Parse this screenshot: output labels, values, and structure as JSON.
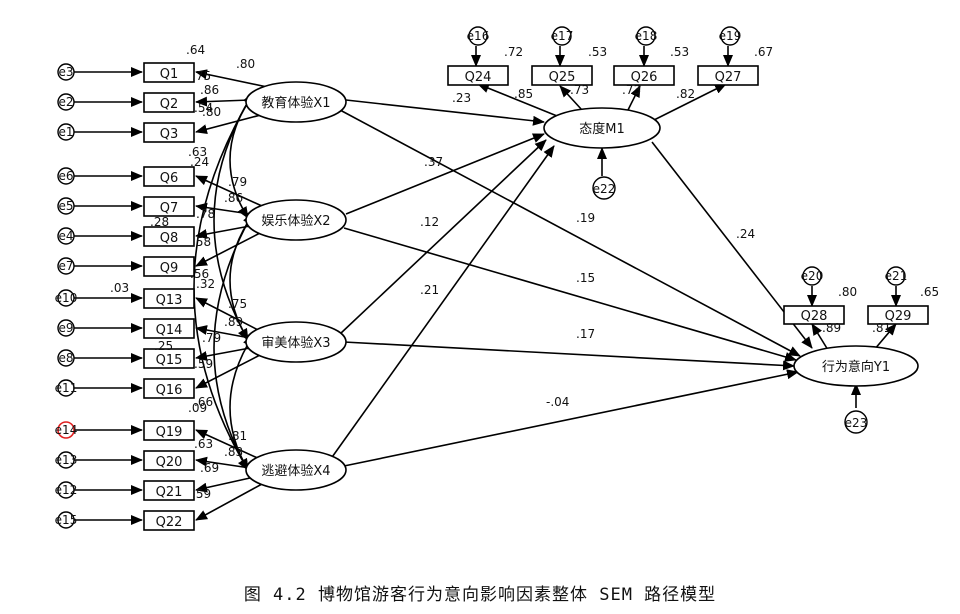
{
  "latent_vars": {
    "X1": "教育体验X1",
    "X2": "娱乐体验X2",
    "X3": "审美体验X3",
    "X4": "逃避体验X4",
    "M1": "态度M1",
    "Y1": "行为意向Y1"
  },
  "indicators": {
    "Q1": "Q1",
    "Q2": "Q2",
    "Q3": "Q3",
    "Q6": "Q6",
    "Q7": "Q7",
    "Q8": "Q8",
    "Q9": "Q9",
    "Q13": "Q13",
    "Q14": "Q14",
    "Q15": "Q15",
    "Q16": "Q16",
    "Q19": "Q19",
    "Q20": "Q20",
    "Q21": "Q21",
    "Q22": "Q22",
    "Q24": "Q24",
    "Q25": "Q25",
    "Q26": "Q26",
    "Q27": "Q27",
    "Q28": "Q28",
    "Q29": "Q29"
  },
  "errors": {
    "e3": "e3",
    "e2": "e2",
    "e1": "e1",
    "e6": "e6",
    "e5": "e5",
    "e4": "e4",
    "e7": "e7",
    "e10": "e10",
    "e9": "e9",
    "e8": "e8",
    "e11": "e11",
    "e14": "e14",
    "e13": "e13",
    "e12": "e12",
    "e15": "e15",
    "e16": "e16",
    "e17": "e17",
    "e18": "e18",
    "e19": "e19",
    "e20": "e20",
    "e21": "e21",
    "e22": "e22",
    "e23": "e23"
  },
  "path_coefficients": {
    "X1_M1": ".23",
    "X1_Y1": ".19",
    "X2_M1": ".37",
    "X2_Y1": ".15",
    "X3_M1": ".12",
    "X3_Y1": ".17",
    "X4_M1": ".21",
    "X4_Y1": "-.04",
    "M1_Y1": ".24"
  },
  "loadings": {
    "Q1": ".80",
    "Q2": ".86",
    "Q3": ".80",
    "Q6": ".79",
    "Q7": ".86",
    "Q13": ".75",
    "Q14": ".89",
    "Q19": ".81",
    "Q20": ".83",
    "Q24": ".85",
    "Q25": ".73",
    "Q26": ".73",
    "Q27": ".82",
    "Q28": ".89",
    "Q29": ".81"
  },
  "r_squared": {
    "Q1": ".64",
    "Q24": ".72",
    "Q25": ".53",
    "Q26": ".53",
    "Q27": ".67",
    "Q28": ".80",
    "Q29": ".65"
  },
  "side_values": [
    ".75",
    ".54",
    ".63",
    ".24",
    ".78",
    ".28",
    ".58",
    ".56",
    ".32",
    ".03",
    ".79",
    ".25",
    ".59",
    ".09",
    ".66",
    ".63",
    ".69",
    ".59"
  ],
  "caption": "图 4.2 博物馆游客行为意向影响因素整体 SEM 路径模型"
}
